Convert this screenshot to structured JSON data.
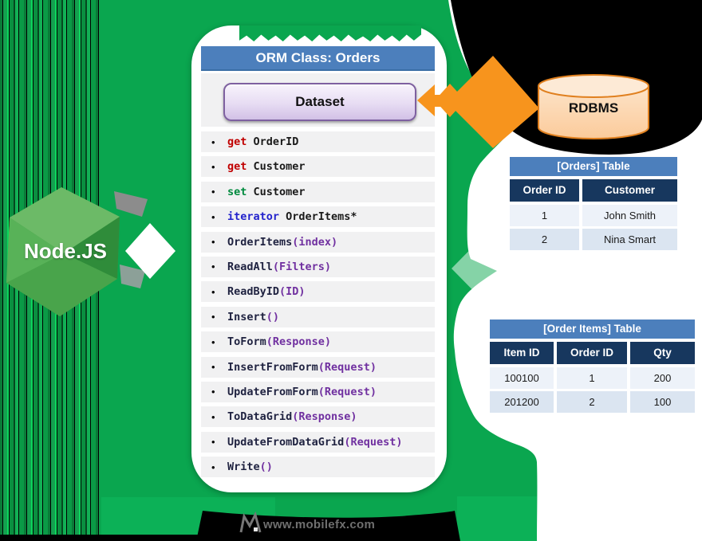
{
  "nodejs": {
    "label": "Node.JS"
  },
  "rdbms": {
    "label": "RDBMS"
  },
  "panel": {
    "header": "ORM Class: Orders",
    "dataset_label": "Dataset",
    "bullet": "•",
    "methods": [
      {
        "segments": [
          {
            "text": "get",
            "color": "#C00000"
          },
          {
            "text": " OrderID",
            "color": "#1A1A1A"
          }
        ]
      },
      {
        "segments": [
          {
            "text": "get",
            "color": "#C00000"
          },
          {
            "text": " Customer",
            "color": "#1A1A1A"
          }
        ]
      },
      {
        "segments": [
          {
            "text": "set",
            "color": "#008A3E"
          },
          {
            "text": " Customer",
            "color": "#1A1A1A"
          }
        ]
      },
      {
        "segments": [
          {
            "text": "iterator",
            "color": "#2222CC"
          },
          {
            "text": " OrderItems*",
            "color": "#1A1A1A"
          }
        ]
      },
      {
        "segments": [
          {
            "text": "OrderItems",
            "color": "#1F2240"
          },
          {
            "text": "(index)",
            "color": "#7030A0"
          }
        ]
      },
      {
        "segments": [
          {
            "text": "ReadAll",
            "color": "#1F2240"
          },
          {
            "text": "(Filters)",
            "color": "#7030A0"
          }
        ]
      },
      {
        "segments": [
          {
            "text": "ReadByID",
            "color": "#1F2240"
          },
          {
            "text": "(ID)",
            "color": "#7030A0"
          }
        ]
      },
      {
        "segments": [
          {
            "text": "Insert",
            "color": "#1F2240"
          },
          {
            "text": "()",
            "color": "#7030A0"
          }
        ]
      },
      {
        "segments": [
          {
            "text": "ToForm",
            "color": "#1F2240"
          },
          {
            "text": "(Response)",
            "color": "#7030A0"
          }
        ]
      },
      {
        "segments": [
          {
            "text": "InsertFromForm",
            "color": "#1F2240"
          },
          {
            "text": "(Request)",
            "color": "#7030A0"
          }
        ]
      },
      {
        "segments": [
          {
            "text": "UpdateFromForm",
            "color": "#1F2240"
          },
          {
            "text": "(Request)",
            "color": "#7030A0"
          }
        ]
      },
      {
        "segments": [
          {
            "text": "ToDataGrid",
            "color": "#1F2240"
          },
          {
            "text": "(Response)",
            "color": "#7030A0"
          }
        ]
      },
      {
        "segments": [
          {
            "text": "UpdateFromDataGrid",
            "color": "#1F2240"
          },
          {
            "text": "(Request)",
            "color": "#7030A0"
          }
        ]
      },
      {
        "segments": [
          {
            "text": "Write",
            "color": "#1F2240"
          },
          {
            "text": "()",
            "color": "#7030A0"
          }
        ]
      }
    ]
  },
  "orders_table": {
    "title": "[Orders] Table",
    "headers": [
      "Order ID",
      "Customer"
    ],
    "rows": [
      [
        "1",
        "John Smith"
      ],
      [
        "2",
        "Nina Smart"
      ]
    ]
  },
  "order_items_table": {
    "title": "[Order Items] Table",
    "headers": [
      "Item ID",
      "Order ID",
      "Qty"
    ],
    "rows": [
      [
        "100100",
        "1",
        "200"
      ],
      [
        "201200",
        "2",
        "100"
      ]
    ]
  },
  "watermark": {
    "text": "www.mobilefx.com"
  },
  "colors": {
    "background_green": "#0AA64F",
    "bright_green": "#00F96B",
    "orange_connector": "#F7941D",
    "panel_header_blue": "#4C7FBC",
    "table_header_navy": "#17375E",
    "table_row_light": "#EDF2F9",
    "table_row_alt": "#DBE5F1",
    "dataset_border_purple": "#7E60A0",
    "keyword_get_red": "#C00000",
    "keyword_set_green": "#008A3E",
    "keyword_iterator_blue": "#2222CC",
    "args_purple": "#7030A0",
    "watermark_gray": "#6F6F6F"
  }
}
